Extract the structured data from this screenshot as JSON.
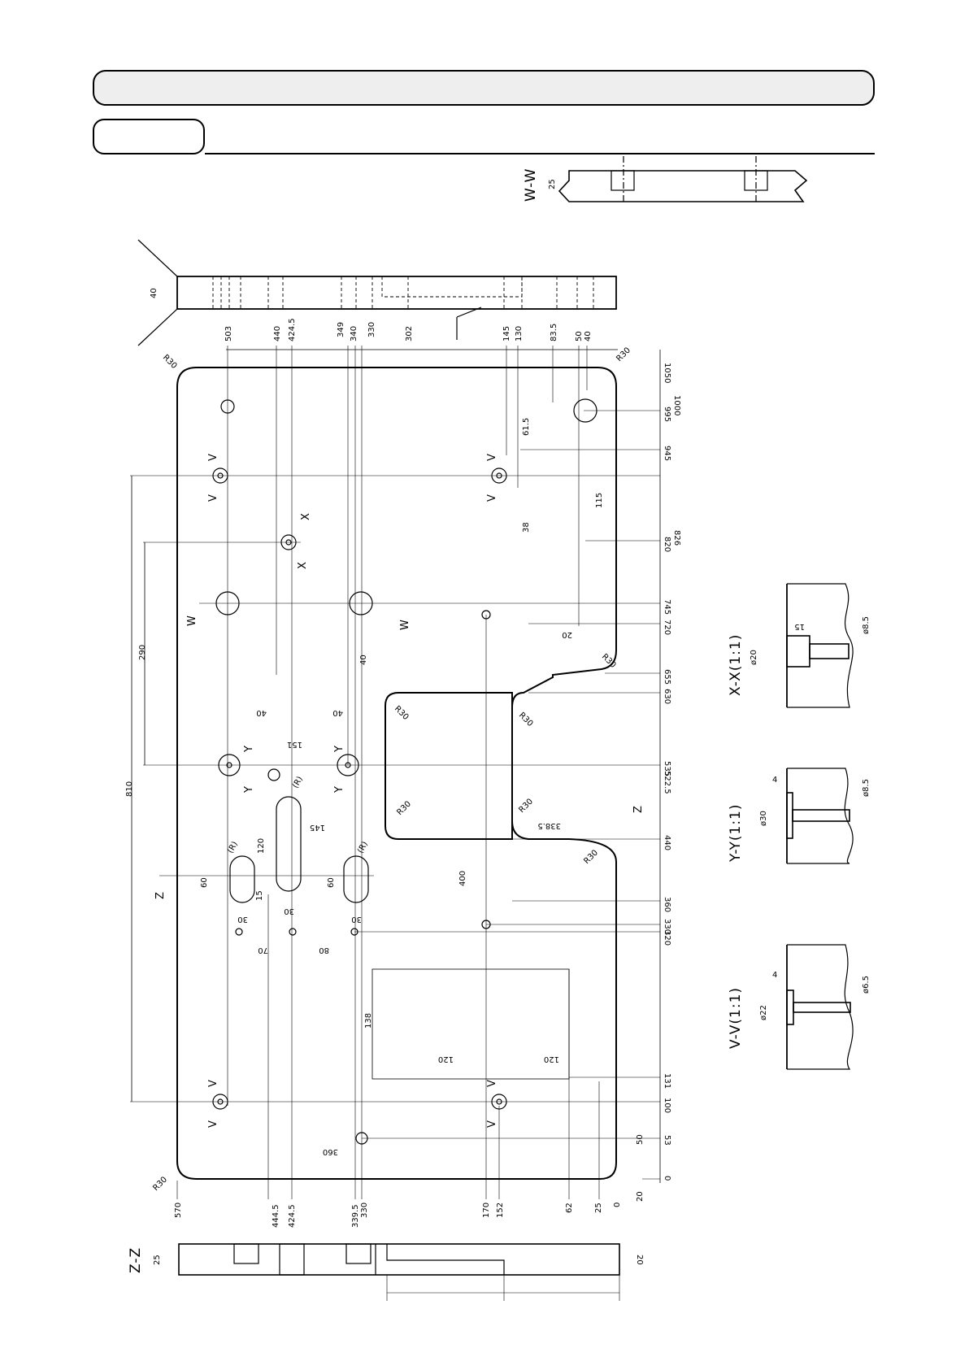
{
  "section_titles": {
    "ww": "W-W",
    "zz": "Z-Z",
    "xx": "X-X(1:1)",
    "yy": "Y-Y(1:1)",
    "vv": "V-V(1:1)"
  },
  "view_markers": {
    "v": "V",
    "w": "W",
    "x": "X",
    "y": "Y",
    "z": "Z"
  },
  "radius_labels": {
    "r30": "R30",
    "r": "(R)"
  },
  "top_dims": [
    "503",
    "440",
    "424.5",
    "349",
    "340",
    "330",
    "302",
    "145",
    "130",
    "83.5",
    "50",
    "40"
  ],
  "right_dims": [
    "1050",
    "1000",
    "995",
    "945",
    "826",
    "820",
    "745",
    "720",
    "655",
    "630",
    "535",
    "522.5",
    "440",
    "360",
    "330",
    "320",
    "131",
    "100",
    "53",
    "0"
  ],
  "bottom_dims": [
    "570",
    "444.5",
    "424.5",
    "339.5",
    "330",
    "170",
    "152",
    "62",
    "25",
    "0"
  ],
  "misc_dims": {
    "thick_40": "40",
    "thick_25": "25",
    "thick_20": "20",
    "d61_5": "61.5",
    "d115": "115",
    "d38": "38",
    "d20": "20",
    "d40a": "40",
    "d40b": "40",
    "d40c": "40",
    "d151": "151",
    "d290": "290",
    "d810": "810",
    "d145": "145",
    "d120a": "120",
    "d60a": "60",
    "d60b": "60",
    "d15": "15",
    "d30a": "30",
    "d30b": "30",
    "d30c": "30",
    "d70": "70",
    "d80": "80",
    "d400": "400",
    "d338_5": "338.5",
    "d138": "138",
    "d120b": "120",
    "d120c": "120",
    "d360": "360",
    "d50": "50",
    "d20b": "20"
  },
  "detail_dims": {
    "xx_d20": "ø20",
    "xx_15": "15",
    "xx_d85": "ø8.5",
    "yy_d30": "ø30",
    "yy_4": "4",
    "yy_d85": "ø8.5",
    "vv_d22": "ø22",
    "vv_4": "4",
    "vv_d65": "ø6.5"
  }
}
